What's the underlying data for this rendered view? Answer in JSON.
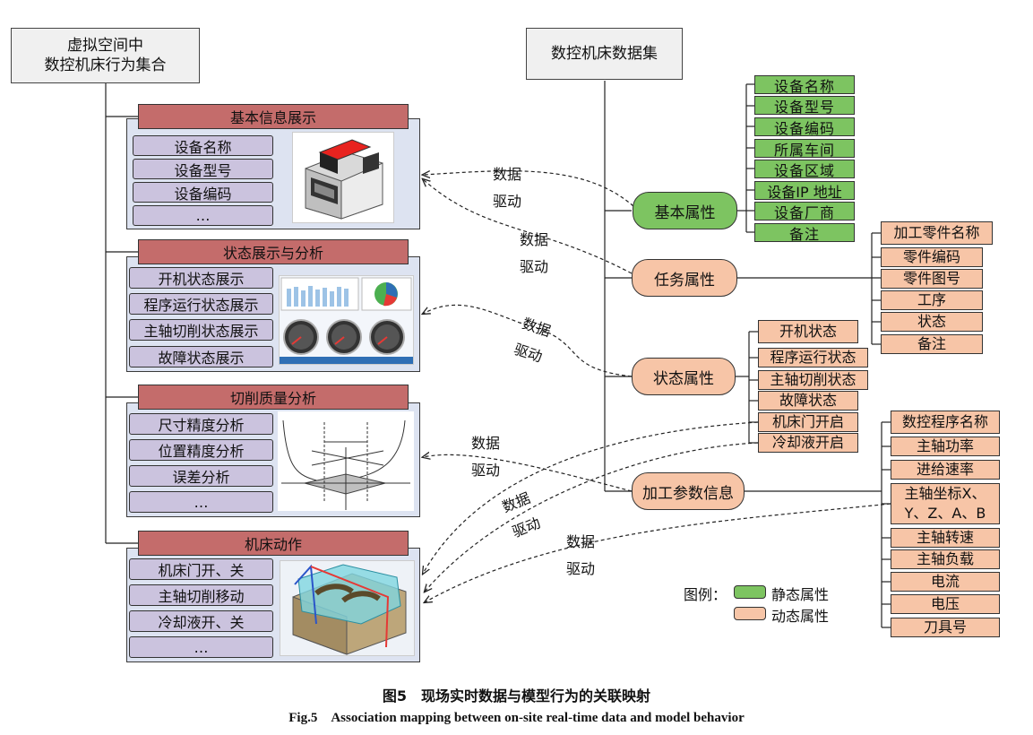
{
  "left": {
    "root": [
      "虚拟空间中",
      "数控机床行为集合"
    ],
    "sections": [
      {
        "title": "基本信息展示",
        "items": [
          "设备名称",
          "设备型号",
          "设备编码",
          "…"
        ]
      },
      {
        "title": "状态展示与分析",
        "items": [
          "开机状态展示",
          "程序运行状态展示",
          "主轴切削状态展示",
          "故障状态展示"
        ]
      },
      {
        "title": "切削质量分析",
        "items": [
          "尺寸精度分析",
          "位置精度分析",
          "误差分析",
          "…"
        ]
      },
      {
        "title": "机床动作",
        "items": [
          "机床门开、关",
          "主轴切削移动",
          "冷却液开、关",
          "…"
        ]
      }
    ]
  },
  "right": {
    "root": "数控机床数据集",
    "nodes": [
      {
        "label": "基本属性",
        "kind": "static",
        "children": [
          "设备名称",
          "设备型号",
          "设备编码",
          "所属车间",
          "设备区域",
          "设备IP 地址",
          "设备厂商",
          "备注"
        ]
      },
      {
        "label": "任务属性",
        "kind": "dynamic",
        "children": [
          "加工零件名称",
          "零件编码",
          "零件图号",
          "工序",
          "状态",
          "备注"
        ]
      },
      {
        "label": "状态属性",
        "kind": "dynamic",
        "children": [
          "开机状态",
          "程序运行状态",
          "主轴切削状态",
          "故障状态",
          "机床门开启",
          "冷却液开启"
        ]
      },
      {
        "label": "加工参数信息",
        "kind": "dynamic",
        "children": [
          "数控程序名称",
          "主轴功率",
          "进给速率",
          "主轴坐标X、Y、Z、A、B",
          "主轴转速",
          "主轴负载",
          "电流",
          "电压",
          "刀具号"
        ]
      }
    ]
  },
  "drive_label": [
    "数据",
    "驱动"
  ],
  "legend": {
    "title": "图例：",
    "static": "静态属性",
    "dynamic": "动态属性"
  },
  "colors": {
    "static": "#7dc461",
    "dynamic": "#f7c5a7",
    "section_title": "#c46c6b",
    "section_item": "#cbc3de",
    "section_bg": "#dde3f1"
  },
  "gauge_values": [
    "0",
    "0",
    "0"
  ],
  "caption": {
    "cn": "图5　现场实时数据与模型行为的关联映射",
    "en": "Fig.5　Association mapping between on-site real-time data and model behavior"
  }
}
